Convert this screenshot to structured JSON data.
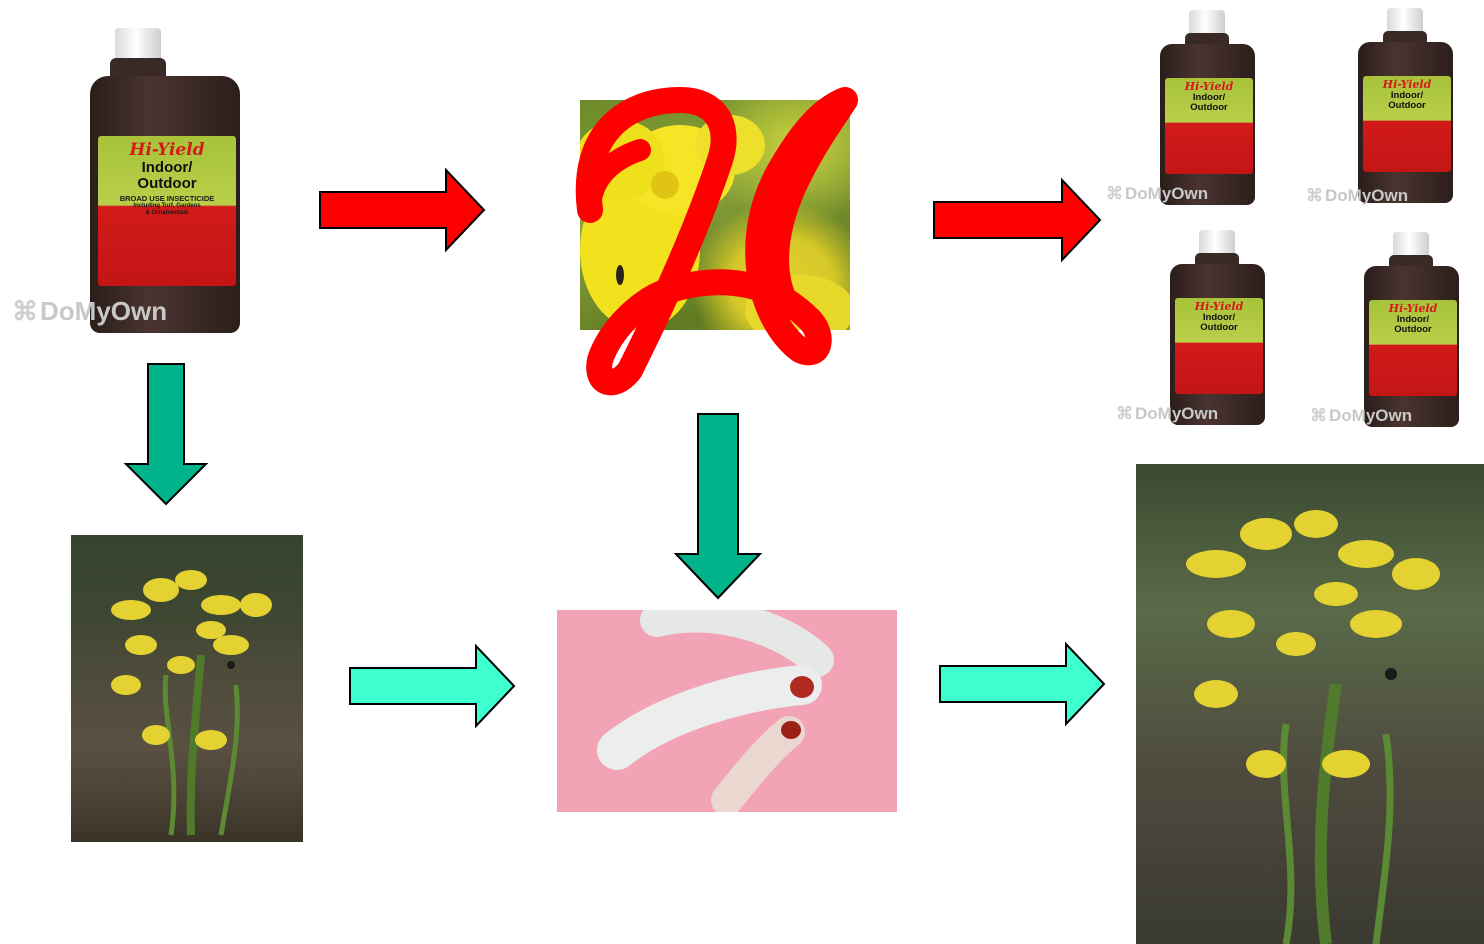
{
  "colors": {
    "red_arrow": "#ff0000",
    "green_arrow": "#00b38a",
    "cyan_arrow": "#3dffd0",
    "arrow_outline": "#000000",
    "cross_mark": "#ff0000"
  },
  "bottle": {
    "brand": "Hi-Yield",
    "title_line1": "Indoor/",
    "title_line2": "Outdoor",
    "product": "BROAD USE INSECTICIDE",
    "subtitle1": "Including Turf, Gardens",
    "subtitle2": "& Ornamentals"
  },
  "watermark": {
    "logo_icon": "domyown-logo-icon",
    "text": "DoMyOwn"
  },
  "symbols": {
    "cross": "X"
  }
}
